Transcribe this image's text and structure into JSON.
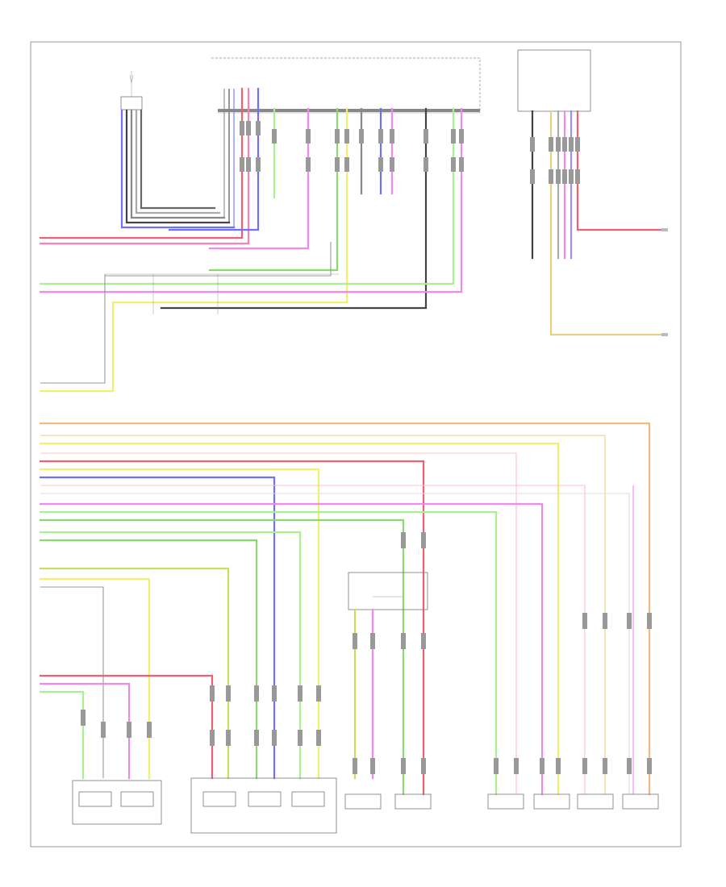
{
  "diagram": {
    "title": "",
    "page_label": "",
    "colors": {
      "red": "#f06070",
      "pink": "#ff7fb0",
      "magenta": "#f088f0",
      "blue": "#7070ff",
      "violet": "#9a8cff",
      "yellow": "#f2f06a",
      "yellow_green": "#c8e060",
      "light_green": "#a8f090",
      "green": "#8ad870",
      "dark": "#444444",
      "gray": "#9a9a9a",
      "orange": "#f5b880",
      "tan": "#e8d080",
      "light_pink": "#ffc0c8",
      "white_wire": "#dddddd"
    },
    "components": [
      {
        "id": "antenna",
        "label": ""
      },
      {
        "id": "radio-unit",
        "label": ""
      },
      {
        "id": "right-side-module",
        "label": ""
      },
      {
        "id": "amplifier",
        "label": ""
      },
      {
        "id": "subwoofer",
        "label": ""
      },
      {
        "id": "instrument-panel-speakers",
        "label": ""
      },
      {
        "id": "speaker-1",
        "label": ""
      },
      {
        "id": "speaker-2",
        "label": ""
      },
      {
        "id": "speaker-3",
        "label": ""
      },
      {
        "id": "speaker-4",
        "label": ""
      },
      {
        "id": "speaker-5",
        "label": ""
      },
      {
        "id": "speaker-6",
        "label": ""
      }
    ]
  }
}
